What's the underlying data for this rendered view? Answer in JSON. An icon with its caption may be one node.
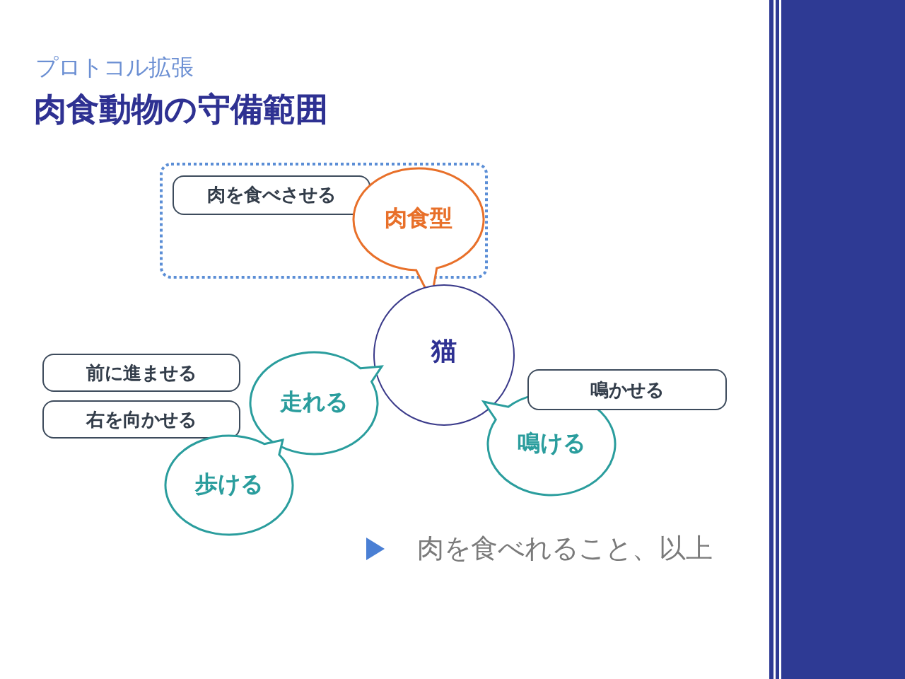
{
  "diagram": {
    "title": "肉食動物の守備範囲",
    "nodes": [
      {
        "text": [],
        "shape": "box"
      },
      {
        "text": [
          "肉を食べさせる"
        ],
        "in": 0
      },
      {
        "text": [
          "肉食型"
        ]
      },
      {
        "text": [
          "猫"
        ]
      },
      {
        "text": [
          "前に進ませる"
        ]
      },
      {
        "text": [
          "右を向かせる"
        ]
      },
      {
        "text": [
          "走れる"
        ]
      },
      {
        "text": [
          "歩ける"
        ]
      },
      {
        "text": [
          "鳴ける"
        ]
      },
      {
        "text": [
          "鳴かせる"
        ]
      }
    ],
    "labels": [
      "プロトコル拡張",
      "肉を食べれること、以上"
    ]
  }
}
